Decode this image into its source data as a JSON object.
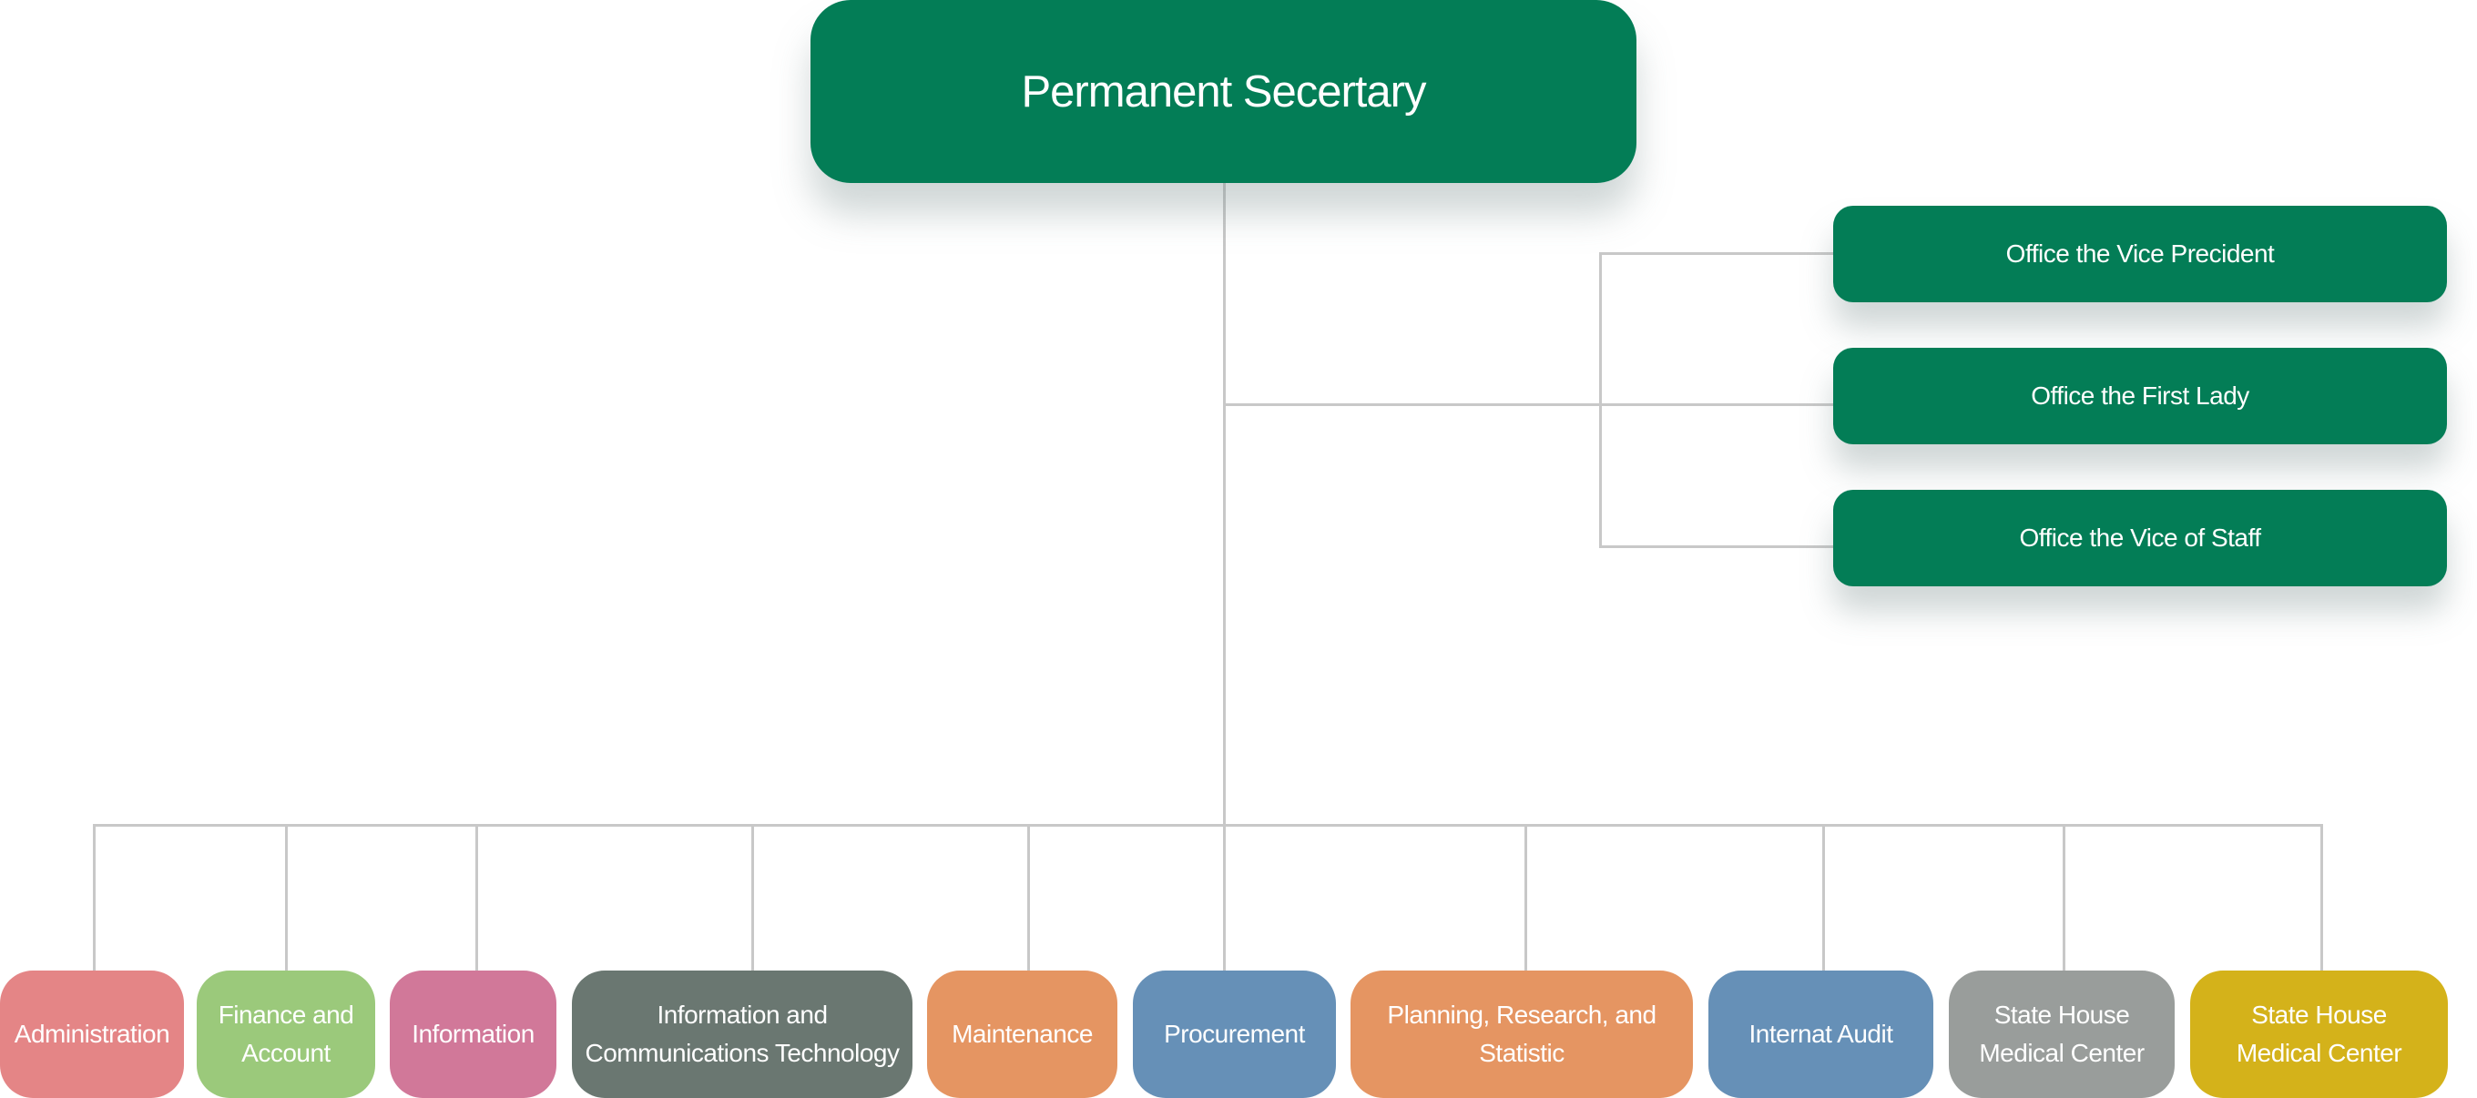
{
  "chart": {
    "root": {
      "label": "Permanent Secertary",
      "color": "#037d56"
    },
    "side_offices": [
      {
        "label": "Office the Vice Precident",
        "color": "#037d56"
      },
      {
        "label": "Office the First Lady",
        "color": "#037d56"
      },
      {
        "label": "Office the Vice of Staff",
        "color": "#037d56"
      }
    ],
    "departments": [
      {
        "line1": "Administration",
        "line2": "",
        "color": "#e48586"
      },
      {
        "line1": "Finance and",
        "line2": "Account",
        "color": "#9bc97b"
      },
      {
        "line1": "Information",
        "line2": "",
        "color": "#d17899"
      },
      {
        "line1": "Information and",
        "line2": "Communications Technology",
        "color": "#6a7771"
      },
      {
        "line1": "Maintenance",
        "line2": "",
        "color": "#e59562"
      },
      {
        "line1": "Procurement",
        "line2": "",
        "color": "#6690b7"
      },
      {
        "line1": "Planning, Research, and",
        "line2": "Statistic",
        "color": "#e59562"
      },
      {
        "line1": "Internat Audit",
        "line2": "",
        "color": "#6690b7"
      },
      {
        "line1": "State House",
        "line2": "Medical Center",
        "color": "#999d9b"
      },
      {
        "line1": "State House",
        "line2": "Medical Center",
        "color": "#d4b21a"
      }
    ],
    "connector_color": "#c8c8c8"
  }
}
